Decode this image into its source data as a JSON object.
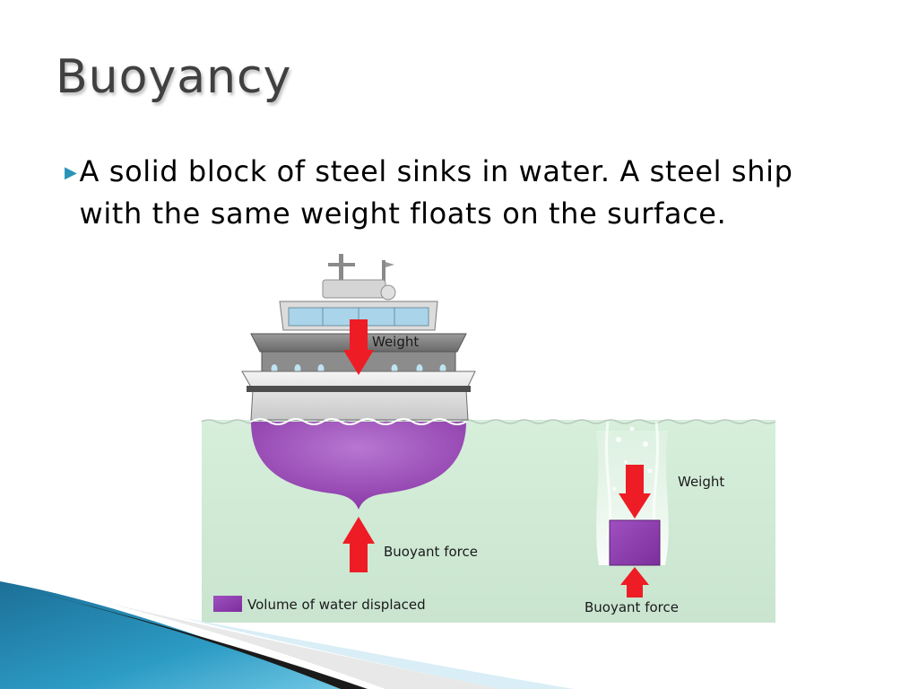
{
  "slide": {
    "title": "Buoyancy",
    "bullet_icon": "triangle-right-icon",
    "bullet_text": "A solid block of steel sinks in water. A steel ship with the same weight floats on the surface."
  },
  "diagram": {
    "ship_weight_label": "Weight",
    "ship_buoyant_label": "Buoyant force",
    "block_weight_label": "Weight",
    "block_buoyant_label": "Buoyant force",
    "legend_label": "Volume of water displaced",
    "colors": {
      "water": "#d0ead6",
      "displaced_volume": "#9b45b8",
      "force_arrow": "#ee1c24",
      "accent": "#2a93b8"
    }
  }
}
